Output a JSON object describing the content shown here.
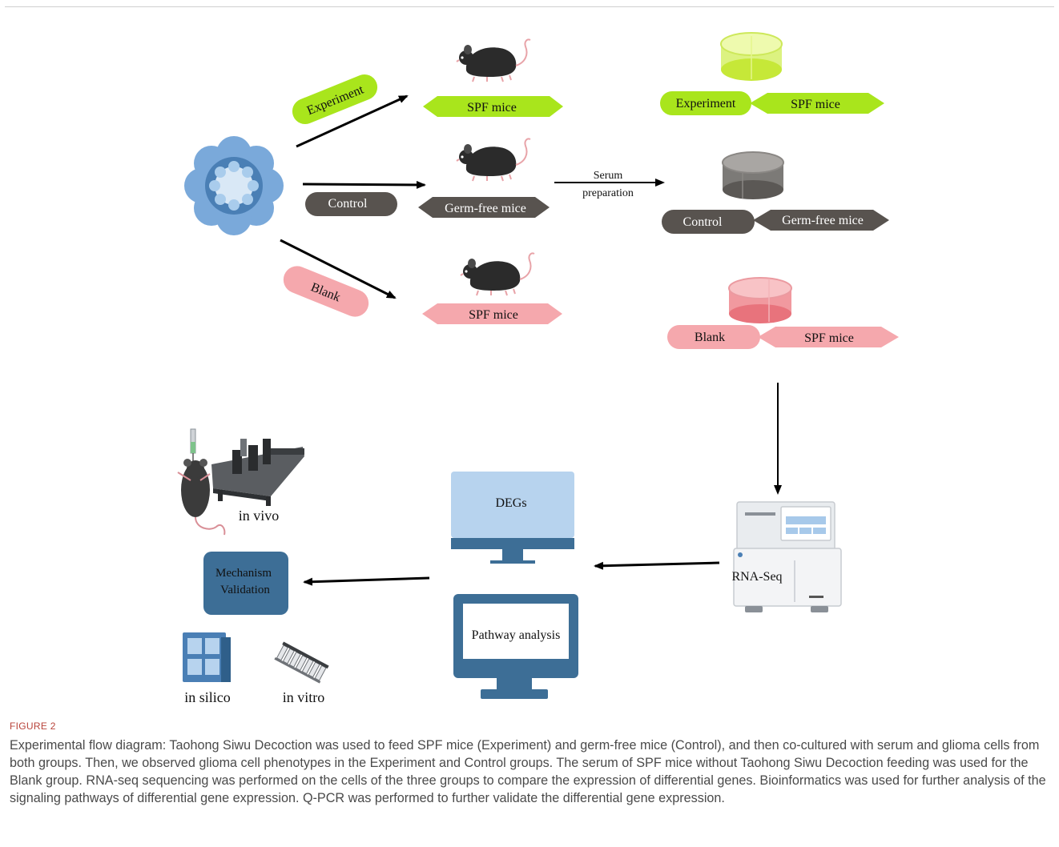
{
  "diagram": {
    "experiment_label": "Experiment",
    "control_label": "Control",
    "blank_label": "Blank",
    "spf_mice_top": "SPF mice",
    "germ_free_mice": "Germ-free mice",
    "spf_mice_bottom": "SPF mice",
    "serum_line1": "Serum",
    "serum_line2": "preparation",
    "dish_experiment": "Experiment",
    "dish_spf_top": "SPF mice",
    "dish_control": "Control",
    "dish_germ_free": "Germ-free mice",
    "dish_blank": "Blank",
    "dish_spf_bottom": "SPF mice",
    "rnaseq_label": "RNA-Seq",
    "degs_label": "DEGs",
    "pathway_label": "Pathway analysis",
    "mechanism_line1": "Mechanism",
    "mechanism_line2": "Validation",
    "in_vivo": "in vivo",
    "in_silico": "in silico",
    "in_vitro": "in vitro",
    "colors": {
      "experiment_green": "#a9e51c",
      "control_gray": "#58534f",
      "blank_pink": "#f5a8ad",
      "mechanism_blue": "#3d6e96",
      "monitor_light": "#b7d3ee",
      "monitor_dark": "#3d6e96"
    }
  },
  "figure": {
    "label": "FIGURE 2",
    "caption": "Experimental flow diagram: Taohong Siwu Decoction was used to feed SPF mice (Experiment) and germ-free mice (Control), and then co-cultured with serum and glioma cells from both groups. Then, we observed glioma cell phenotypes in the Experiment and Control groups. The serum of SPF mice without Taohong Siwu Decoction feeding was used for the Blank group. RNA-seq sequencing was performed on the cells of the three groups to compare the expression of differential genes. Bioinformatics was used for further analysis of the signaling pathways of differential gene expression. Q-PCR was performed to further validate the differential gene expression."
  }
}
